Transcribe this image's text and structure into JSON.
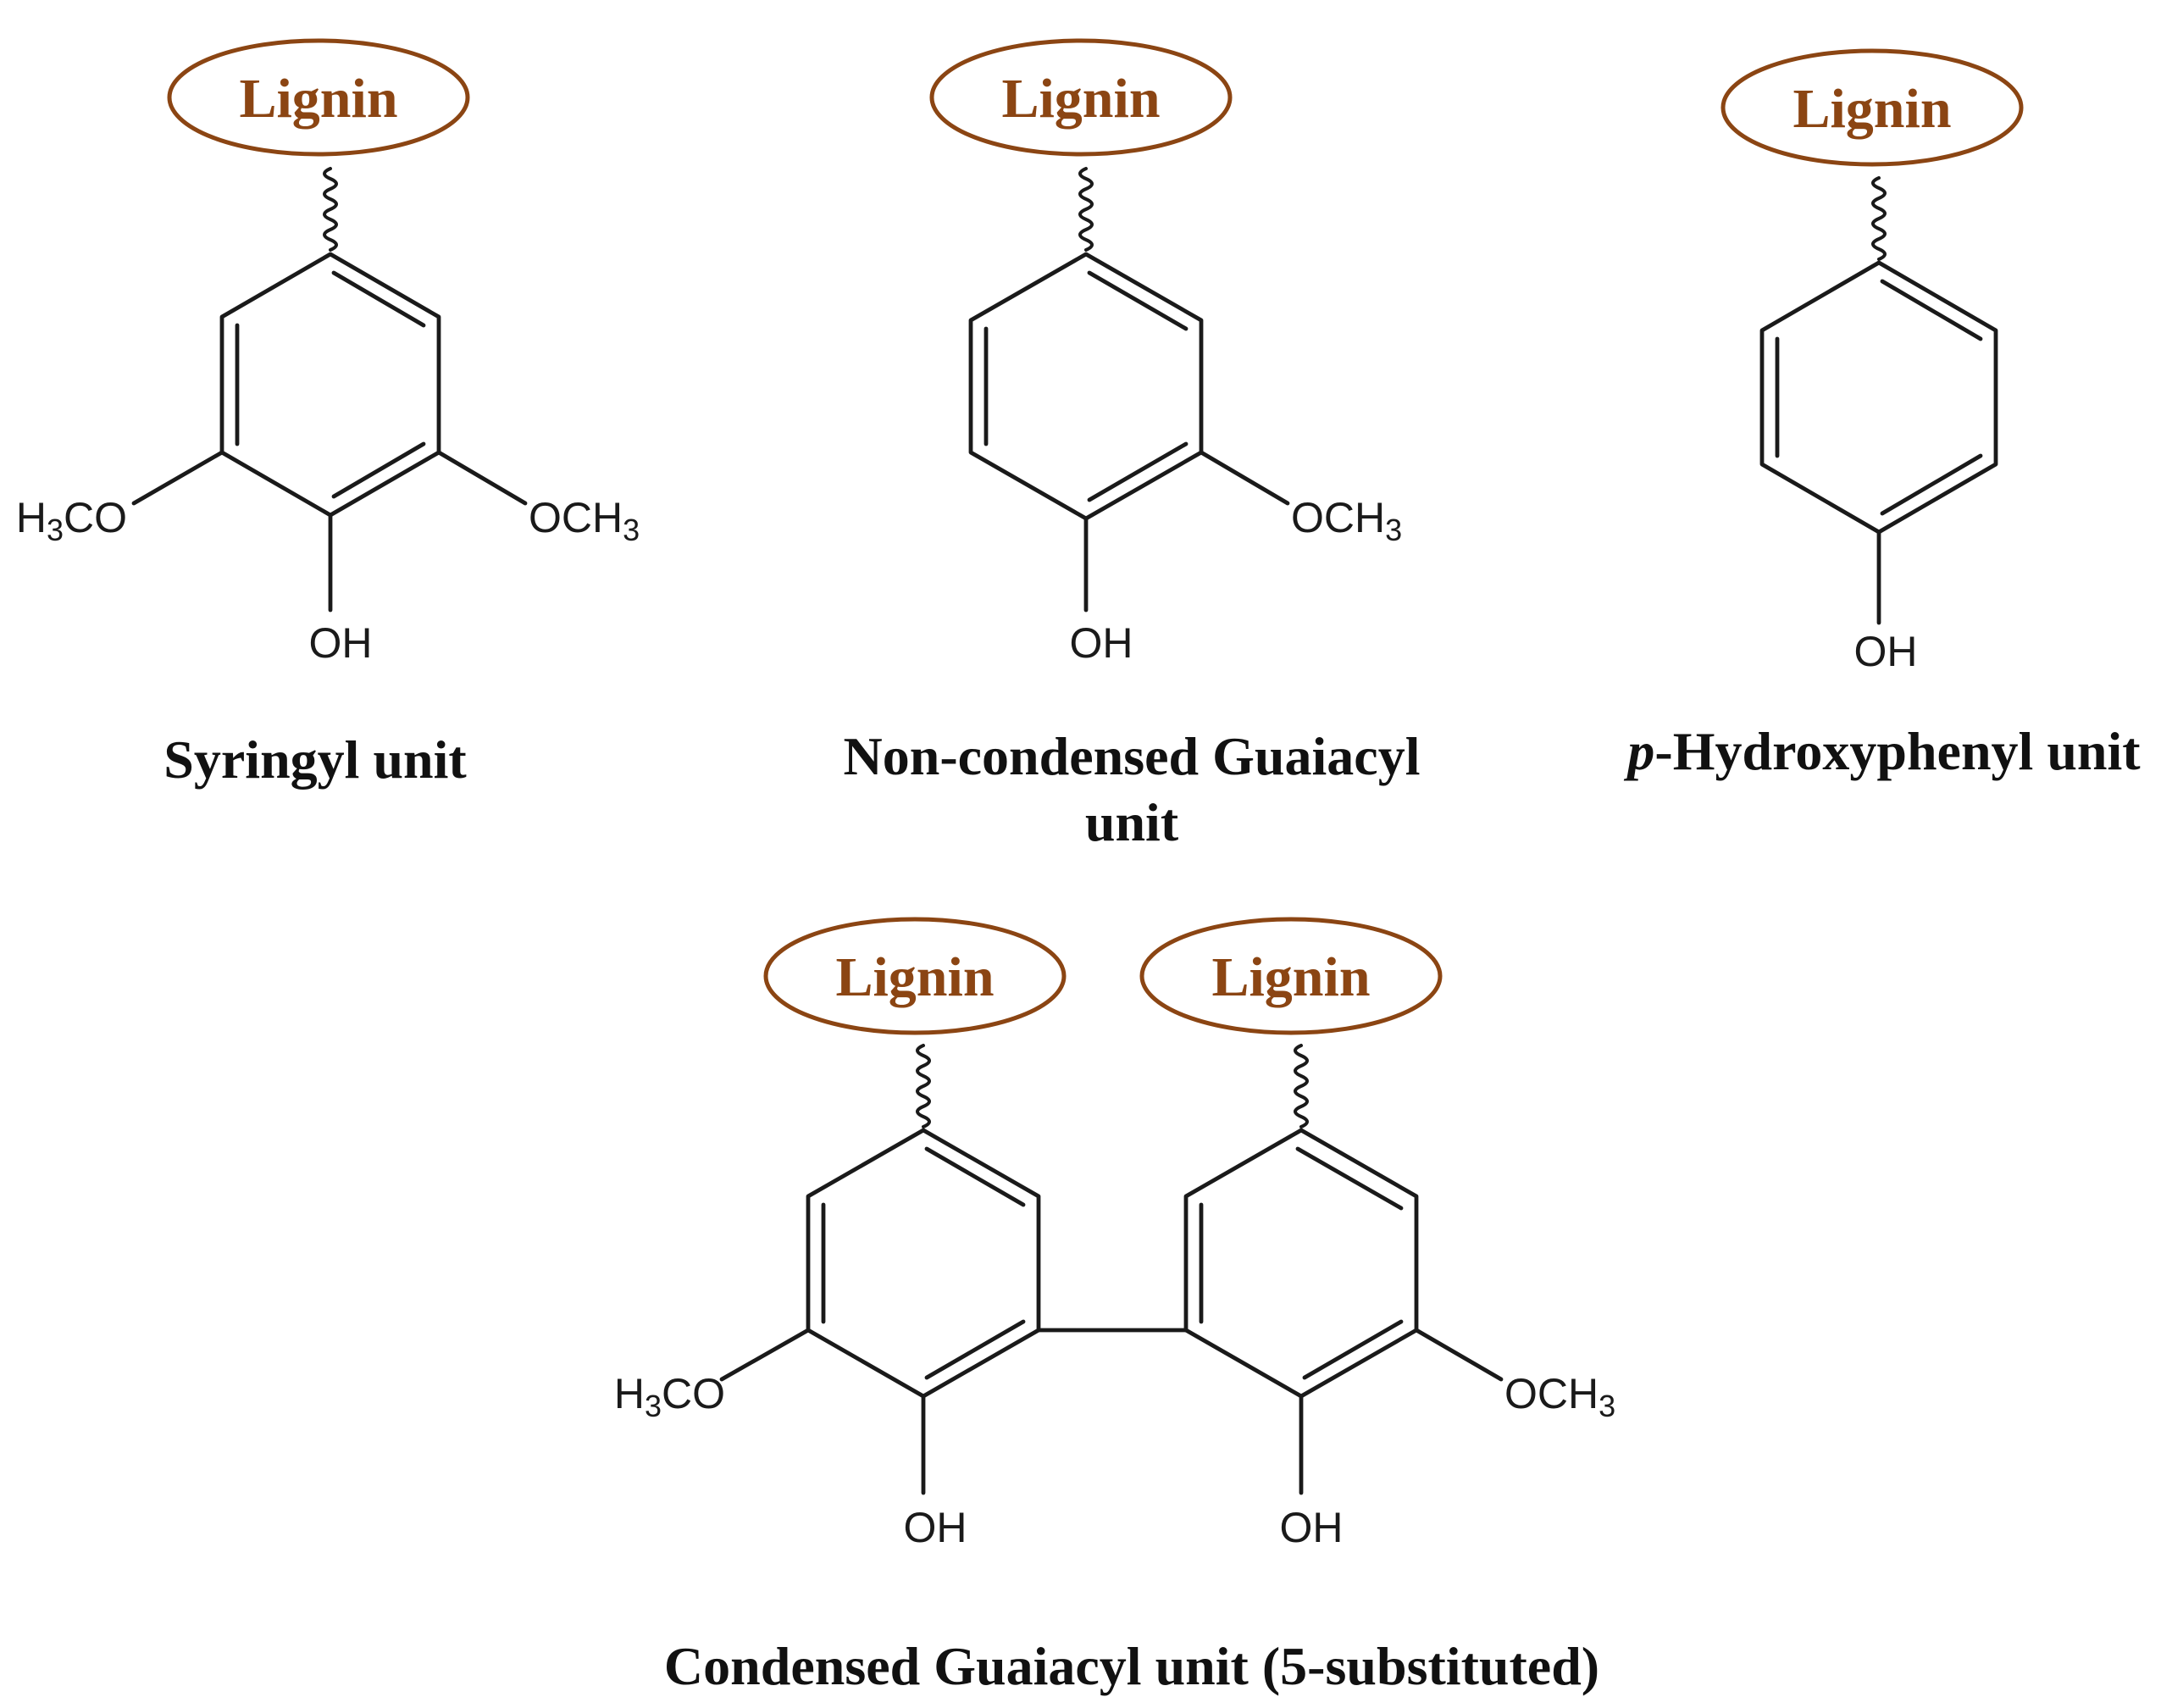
{
  "colors": {
    "lignin": "#8B4513",
    "bond": "#1a1a1a",
    "caption": "#111111",
    "background": "#ffffff"
  },
  "lignin_label": "Lignin",
  "substituents": {
    "methoxy_left": {
      "pre": "H",
      "sub": "3",
      "post": "CO"
    },
    "methoxy_right": {
      "pre": "OCH",
      "sub": "3"
    },
    "hydroxyl": "OH"
  },
  "units": {
    "syringyl": {
      "caption": "Syringyl unit"
    },
    "guaiacyl": {
      "caption_line1": "Non-condensed Guaiacyl",
      "caption_line2": "unit"
    },
    "hydroxyphenyl": {
      "caption_italic": "p",
      "caption_rest": "-Hydroxyphenyl unit"
    },
    "condensed": {
      "caption": "Condensed Guaiacyl unit (5-substituted)"
    }
  }
}
